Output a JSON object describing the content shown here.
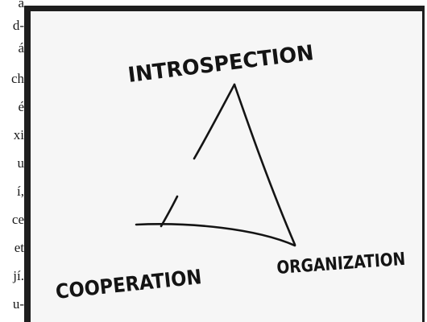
{
  "side_text": {
    "lines": [
      "a",
      "d-",
      "á",
      "ch",
      "é",
      "xi",
      "u",
      "í,",
      "ce",
      "et",
      "jí.",
      "u-"
    ]
  },
  "diagram": {
    "labels": {
      "top": "INTROSPECTION",
      "bottom_left": "COOPERATION",
      "bottom_right": "ORGANIZATION"
    }
  },
  "colors": {
    "ink": "#141414",
    "board": "#f6f6f6",
    "frame": "#1e1e1e"
  }
}
